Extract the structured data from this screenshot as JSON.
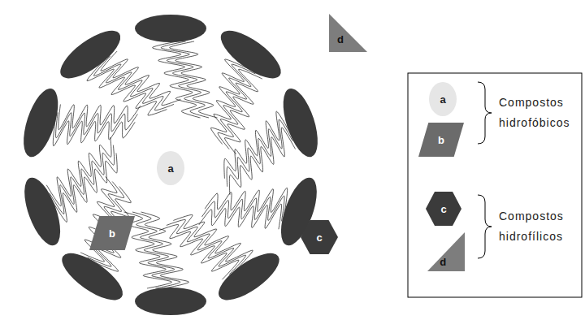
{
  "diagram": {
    "nodes": [
      {
        "text": [
          "a"
        ]
      },
      {
        "text": [
          "b"
        ]
      },
      {
        "text": [
          "c"
        ]
      },
      {
        "text": [
          "d"
        ]
      },
      {
        "text": [
          "a"
        ]
      },
      {
        "text": [
          "b"
        ]
      },
      {
        "text": [
          "c"
        ]
      },
      {
        "text": [
          "d"
        ]
      }
    ],
    "legend": [
      {
        "text": "Compostos hidrofóbicos"
      },
      {
        "text": "Compostos hidrofílicos"
      }
    ]
  }
}
